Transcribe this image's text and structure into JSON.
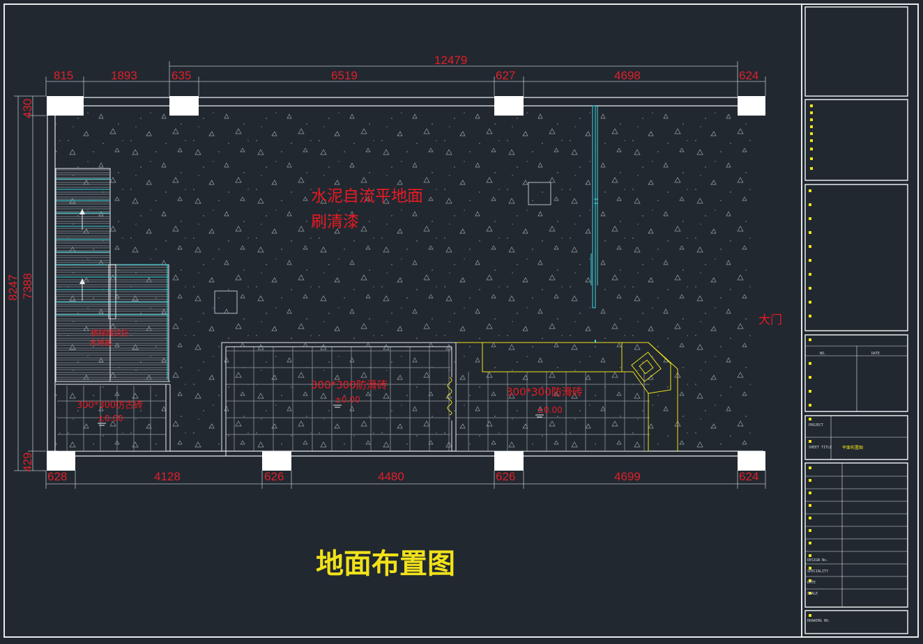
{
  "drawing": {
    "title": "地面布置图",
    "entrance": "大门",
    "main_floor_label": [
      "水泥自流平地面",
      "刷清漆"
    ]
  },
  "dimensions": {
    "overall_top": "12479",
    "top": [
      "815",
      "1893",
      "635",
      "6519",
      "627",
      "4698",
      "624"
    ],
    "bottom": [
      "628",
      "4128",
      "626",
      "4480",
      "626",
      "4699",
      "624"
    ],
    "left_overall": "8247",
    "left_inner": "7388",
    "left_top": "430",
    "left_bottom": "429"
  },
  "zones": [
    {
      "label": "300*300防滑砖",
      "level": "±0.00"
    },
    {
      "label": "300*300防滑砖",
      "level": "±0.00"
    },
    {
      "label": "300*300仿古砖",
      "level": "±0.00"
    }
  ],
  "stair_note": [
    "楼梯铺设防",
    "木地板"
  ],
  "title_block": {
    "rows": [
      "DESIGN No.",
      "SPECIALITY",
      "DATE",
      "SCALE",
      "DRAWING NO."
    ],
    "project_label": "PROJECT",
    "sheet_title_label": "SHEET TITLE",
    "sheet_title": "平面布置图",
    "revision_cols": [
      "NO.",
      "DATE"
    ]
  }
}
